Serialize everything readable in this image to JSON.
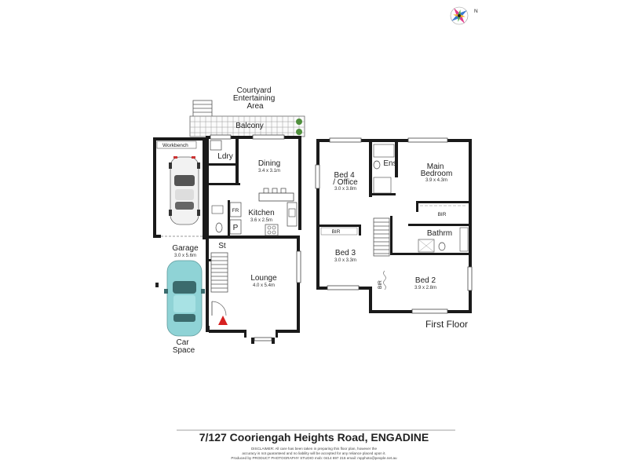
{
  "compass": {
    "icon": "compass-rose-icon",
    "north_label": "N"
  },
  "ground_floor": {
    "courtyard": "Courtyard\nEntertaining\nArea",
    "balcony": "Balcony",
    "workbench": "Workbench",
    "laundry": "Ldry",
    "dining": {
      "name": "Dining",
      "size": "3.4 x 3.1m"
    },
    "kitchen": {
      "name": "Kitchen",
      "size": "3.6 x 2.5m"
    },
    "fridge": "FR",
    "pantry": "P",
    "stairs": "St",
    "lounge": {
      "name": "Lounge",
      "size": "4.0 x 5.4m"
    },
    "garage": {
      "name": "Garage",
      "size": "3.0 x 5.6m"
    },
    "car_space": "Car\nSpace",
    "entry_icon": "entry-arrow-icon"
  },
  "first_floor": {
    "label": "First Floor",
    "bed4": {
      "name": "Bed 4\n/ Office",
      "size": "3.0 x 3.8m"
    },
    "ensuite": "Ens",
    "main_bedroom": {
      "name": "Main\nBedroom",
      "size": "3.9 x 4.3m"
    },
    "bir_main": "BIR",
    "bir_bed3": "BIR",
    "bir_bed2": "BIR",
    "bathroom": "Bathrm",
    "bed3": {
      "name": "Bed 3",
      "size": "3.0 x 3.3m"
    },
    "bed2": {
      "name": "Bed 2",
      "size": "3.9 x 2.8m"
    }
  },
  "footer": {
    "address": "7/127 Cooriengah Heights Road, ENGADINE",
    "disclaimer_1": "DISCLAIMER: All care has been taken in preparing this floor plan, however the",
    "disclaimer_2": "accuracy is not guaranteed and no liability will be accepted for any reliance placed upon it.",
    "disclaimer_3": "Produced by PRODUCT PHOTOGRAPHY STUDIO mob: 0414 697 216 email: mpphoto@people.net.au"
  },
  "colors": {
    "wall": "#1a1a1a",
    "car_white": "#f2f2f2",
    "car_teal": "#8fd3d6",
    "entry_arrow": "#d62020"
  }
}
